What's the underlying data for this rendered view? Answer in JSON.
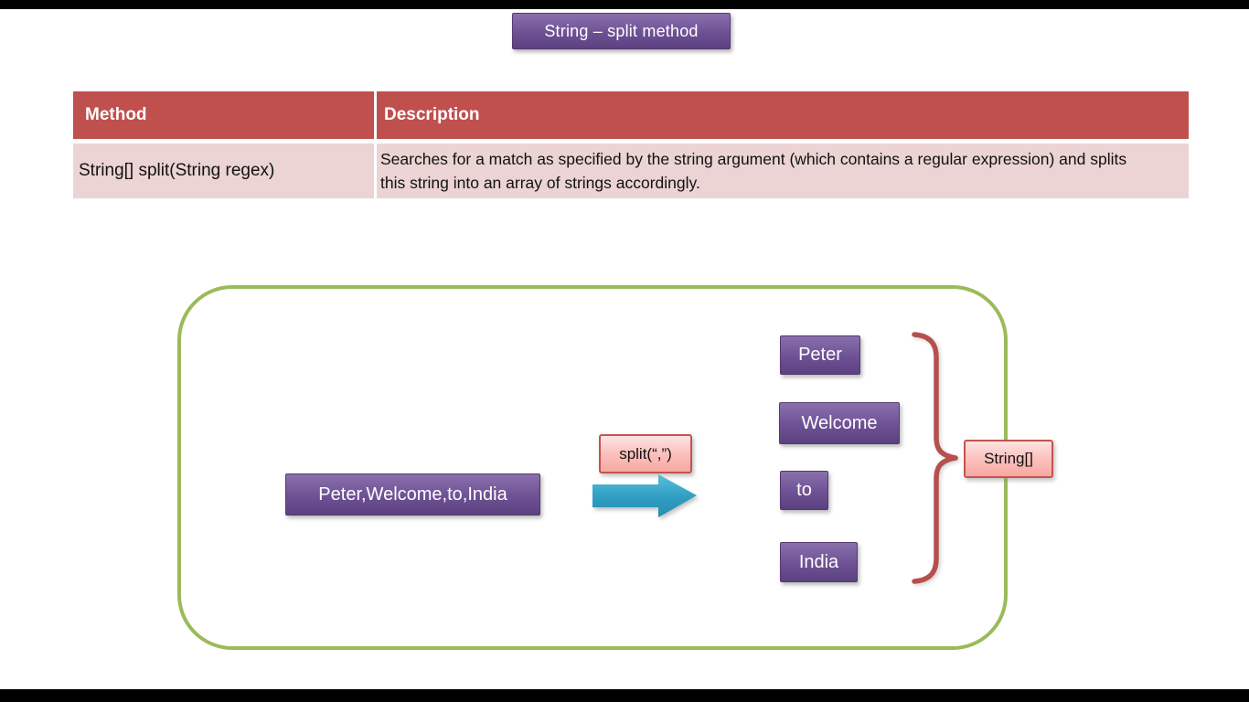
{
  "slide": {
    "title": "String – split method"
  },
  "table": {
    "headers": [
      "Method",
      "Description"
    ],
    "rows": [
      {
        "method": "String[] split(String regex)",
        "description": "Searches for a match as specified by the string argument (which contains a regular expression) and splits this string into an array of strings accordingly."
      }
    ]
  },
  "diagram": {
    "input": "Peter,Welcome,to,India",
    "operation": "split(“,”)",
    "outputs": [
      "Peter",
      "Welcome",
      "to",
      "India"
    ],
    "result_type": "String[]"
  },
  "colors": {
    "title_purple": "#6e5194",
    "table_header_red": "#c0504d",
    "table_row_pink": "#ebd4d3",
    "box_purple": "#6e5194",
    "callout_pink": "#fbc4c0",
    "callout_border_red": "#c5534f",
    "arrow_teal": "#2e9dc2",
    "frame_green": "#9bbb59",
    "brace_red": "#b5504c",
    "letterbox_black": "#000000"
  }
}
